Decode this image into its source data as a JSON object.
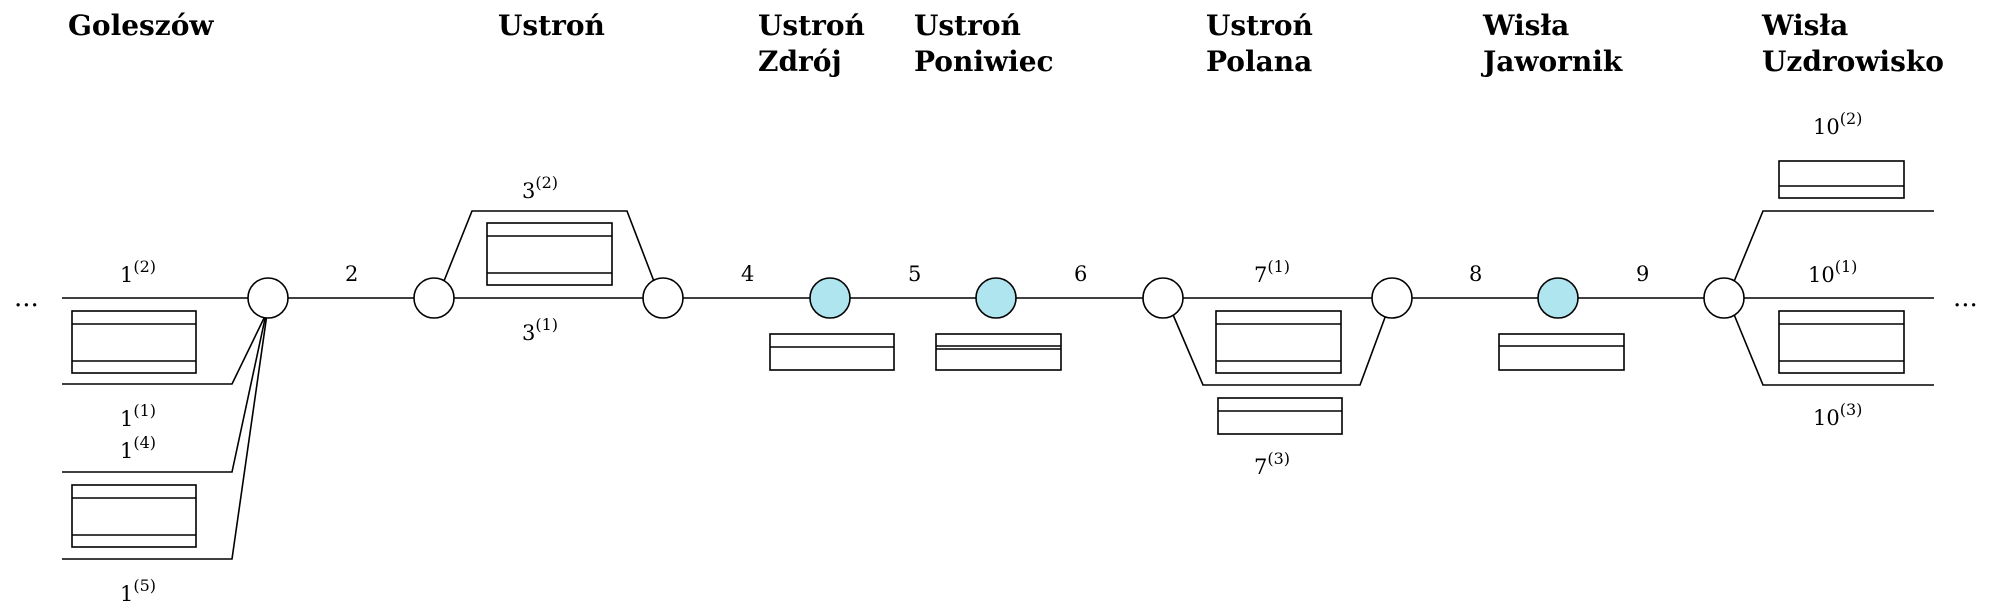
{
  "continuation": {
    "left": "...",
    "right": "..."
  },
  "stations": [
    {
      "id": "goleszow",
      "lines": [
        "Goleszów"
      ]
    },
    {
      "id": "ustron",
      "lines": [
        "Ustroń"
      ]
    },
    {
      "id": "ustron-zdroj",
      "lines": [
        "Ustroń",
        "Zdrój"
      ]
    },
    {
      "id": "ustron-poniwiec",
      "lines": [
        "Ustroń",
        "Poniwiec"
      ]
    },
    {
      "id": "ustron-polana",
      "lines": [
        "Ustroń",
        "Polana"
      ]
    },
    {
      "id": "wisla-jawornik",
      "lines": [
        "Wisła",
        "Jawornik"
      ]
    },
    {
      "id": "wisla-uzdrowisko",
      "lines": [
        "Wisła",
        "Uzdrowisko"
      ]
    }
  ],
  "tracks": [
    {
      "id": "t1-2",
      "main": "1",
      "sup": "(2)"
    },
    {
      "id": "t1-1",
      "main": "1",
      "sup": "(1)"
    },
    {
      "id": "t1-4",
      "main": "1",
      "sup": "(4)"
    },
    {
      "id": "t1-5",
      "main": "1",
      "sup": "(5)"
    },
    {
      "id": "t2",
      "main": "2",
      "sup": ""
    },
    {
      "id": "t3-2",
      "main": "3",
      "sup": "(2)"
    },
    {
      "id": "t3-1",
      "main": "3",
      "sup": "(1)"
    },
    {
      "id": "t4",
      "main": "4",
      "sup": ""
    },
    {
      "id": "t5",
      "main": "5",
      "sup": ""
    },
    {
      "id": "t6",
      "main": "6",
      "sup": ""
    },
    {
      "id": "t7-1",
      "main": "7",
      "sup": "(1)"
    },
    {
      "id": "t7-3",
      "main": "7",
      "sup": "(3)"
    },
    {
      "id": "t8",
      "main": "8",
      "sup": ""
    },
    {
      "id": "t9",
      "main": "9",
      "sup": ""
    },
    {
      "id": "t10-2",
      "main": "10",
      "sup": "(2)"
    },
    {
      "id": "t10-1",
      "main": "10",
      "sup": "(1)"
    },
    {
      "id": "t10-3",
      "main": "10",
      "sup": "(3)"
    }
  ],
  "colors": {
    "stop_fill": "#aee5ee",
    "node_fill": "#ffffff",
    "line": "#000000"
  }
}
